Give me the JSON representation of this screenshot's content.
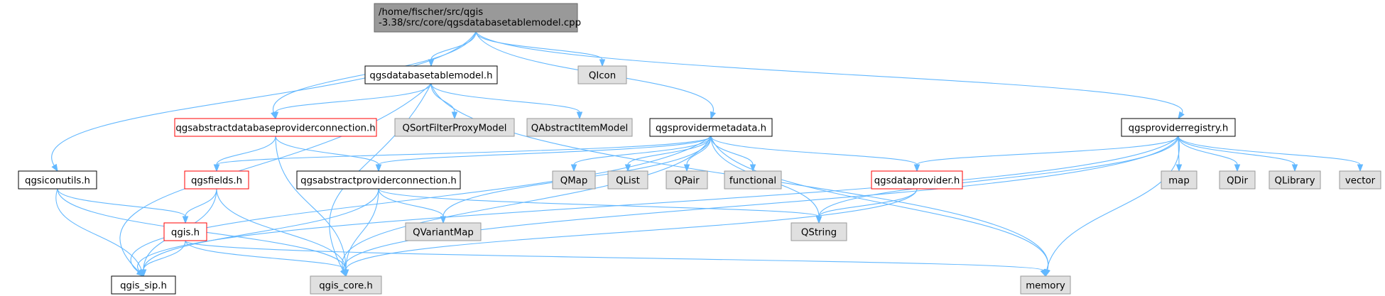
{
  "graph": {
    "title": "",
    "colors": {
      "edge": "#63b8ff",
      "root_fill": "#999999",
      "root_stroke": "#666666",
      "documented_stroke": "#000000",
      "undocumented_stroke": "#ff0000",
      "external_fill": "#e0e0e0",
      "external_stroke": "#999999"
    },
    "nodes": [
      {
        "id": "root",
        "label_lines": [
          "/home/fischer/src/qgis",
          "-3.38/src/core/qgsdatabasetablemodel.cpp"
        ],
        "kind": "root"
      },
      {
        "id": "qgsdatabasetablemodel_h",
        "label_lines": [
          "qgsdatabasetablemodel.h"
        ],
        "kind": "documented"
      },
      {
        "id": "qicon",
        "label_lines": [
          "QIcon"
        ],
        "kind": "external"
      },
      {
        "id": "qgsabstractdatabaseproviderconnection_h",
        "label_lines": [
          "qgsabstractdatabaseproviderconnection.h"
        ],
        "kind": "undocumented"
      },
      {
        "id": "qsortfilterproxymodel",
        "label_lines": [
          "QSortFilterProxyModel"
        ],
        "kind": "external"
      },
      {
        "id": "qabstractitemmodel",
        "label_lines": [
          "QAbstractItemModel"
        ],
        "kind": "external"
      },
      {
        "id": "qgsprovidermetadata_h",
        "label_lines": [
          "qgsprovidermetadata.h"
        ],
        "kind": "documented"
      },
      {
        "id": "qgsproviderregistry_h",
        "label_lines": [
          "qgsproviderregistry.h"
        ],
        "kind": "documented"
      },
      {
        "id": "qgsiconutils_h",
        "label_lines": [
          "qgsiconutils.h"
        ],
        "kind": "documented"
      },
      {
        "id": "qgsfields_h",
        "label_lines": [
          "qgsfields.h"
        ],
        "kind": "undocumented"
      },
      {
        "id": "qgsabstractproviderconnection_h",
        "label_lines": [
          "qgsabstractproviderconnection.h"
        ],
        "kind": "documented"
      },
      {
        "id": "qmap",
        "label_lines": [
          "QMap"
        ],
        "kind": "external"
      },
      {
        "id": "qlist",
        "label_lines": [
          "QList"
        ],
        "kind": "external"
      },
      {
        "id": "qpair",
        "label_lines": [
          "QPair"
        ],
        "kind": "external"
      },
      {
        "id": "functional",
        "label_lines": [
          "functional"
        ],
        "kind": "external"
      },
      {
        "id": "qgsdataprovider_h",
        "label_lines": [
          "qgsdataprovider.h"
        ],
        "kind": "undocumented"
      },
      {
        "id": "map",
        "label_lines": [
          "map"
        ],
        "kind": "external"
      },
      {
        "id": "qdir",
        "label_lines": [
          "QDir"
        ],
        "kind": "external"
      },
      {
        "id": "qlibrary",
        "label_lines": [
          "QLibrary"
        ],
        "kind": "external"
      },
      {
        "id": "vector",
        "label_lines": [
          "vector"
        ],
        "kind": "external"
      },
      {
        "id": "qgis_h",
        "label_lines": [
          "qgis.h"
        ],
        "kind": "undocumented"
      },
      {
        "id": "qvariantmap",
        "label_lines": [
          "QVariantMap"
        ],
        "kind": "external"
      },
      {
        "id": "qstring",
        "label_lines": [
          "QString"
        ],
        "kind": "external"
      },
      {
        "id": "qgis_sip_h",
        "label_lines": [
          "qgis_sip.h"
        ],
        "kind": "documented"
      },
      {
        "id": "qgis_core_h",
        "label_lines": [
          "qgis_core.h"
        ],
        "kind": "external"
      },
      {
        "id": "memory",
        "label_lines": [
          "memory"
        ],
        "kind": "external"
      }
    ],
    "edges": [
      [
        "root",
        "qgsdatabasetablemodel_h"
      ],
      [
        "root",
        "qicon"
      ],
      [
        "root",
        "qgsabstractdatabaseproviderconnection_h"
      ],
      [
        "root",
        "qgsprovidermetadata_h"
      ],
      [
        "root",
        "qgsproviderregistry_h"
      ],
      [
        "root",
        "qgsiconutils_h"
      ],
      [
        "qgsdatabasetablemodel_h",
        "qgsabstractdatabaseproviderconnection_h"
      ],
      [
        "qgsdatabasetablemodel_h",
        "qsortfilterproxymodel"
      ],
      [
        "qgsdatabasetablemodel_h",
        "qabstractitemmodel"
      ],
      [
        "qgsdatabasetablemodel_h",
        "qgis_core_h"
      ],
      [
        "qgsdatabasetablemodel_h",
        "qgis_sip_h"
      ],
      [
        "qgsdatabasetablemodel_h",
        "memory"
      ],
      [
        "qgsabstractdatabaseproviderconnection_h",
        "qgsfields_h"
      ],
      [
        "qgsabstractdatabaseproviderconnection_h",
        "qgsabstractproviderconnection_h"
      ],
      [
        "qgsabstractdatabaseproviderconnection_h",
        "qgis_core_h"
      ],
      [
        "qgsprovidermetadata_h",
        "qgsfields_h"
      ],
      [
        "qgsprovidermetadata_h",
        "qgsabstractproviderconnection_h"
      ],
      [
        "qgsprovidermetadata_h",
        "qmap"
      ],
      [
        "qgsprovidermetadata_h",
        "qlist"
      ],
      [
        "qgsprovidermetadata_h",
        "qpair"
      ],
      [
        "qgsprovidermetadata_h",
        "functional"
      ],
      [
        "qgsprovidermetadata_h",
        "qgsdataprovider_h"
      ],
      [
        "qgsprovidermetadata_h",
        "qvariantmap"
      ],
      [
        "qgsprovidermetadata_h",
        "qstring"
      ],
      [
        "qgsprovidermetadata_h",
        "qgis_sip_h"
      ],
      [
        "qgsprovidermetadata_h",
        "qgis_core_h"
      ],
      [
        "qgsprovidermetadata_h",
        "memory"
      ],
      [
        "qgsproviderregistry_h",
        "qgsdataprovider_h"
      ],
      [
        "qgsproviderregistry_h",
        "map"
      ],
      [
        "qgsproviderregistry_h",
        "qdir"
      ],
      [
        "qgsproviderregistry_h",
        "qlibrary"
      ],
      [
        "qgsproviderregistry_h",
        "vector"
      ],
      [
        "qgsproviderregistry_h",
        "qstring"
      ],
      [
        "qgsproviderregistry_h",
        "qgis_sip_h"
      ],
      [
        "qgsproviderregistry_h",
        "qgis_core_h"
      ],
      [
        "qgsproviderregistry_h",
        "memory"
      ],
      [
        "qgsiconutils_h",
        "qgis_h"
      ],
      [
        "qgsiconutils_h",
        "qgis_sip_h"
      ],
      [
        "qgsiconutils_h",
        "qgis_core_h"
      ],
      [
        "qgsfields_h",
        "qgis_h"
      ],
      [
        "qgsfields_h",
        "qgis_sip_h"
      ],
      [
        "qgsfields_h",
        "qgis_core_h"
      ],
      [
        "qgsabstractproviderconnection_h",
        "qvariantmap"
      ],
      [
        "qgsabstractproviderconnection_h",
        "qstring"
      ],
      [
        "qgsabstractproviderconnection_h",
        "qgis_sip_h"
      ],
      [
        "qgsabstractproviderconnection_h",
        "qgis_core_h"
      ],
      [
        "qgsdataprovider_h",
        "qstring"
      ],
      [
        "qgsdataprovider_h",
        "qgis_core_h"
      ],
      [
        "qgis_h",
        "qgis_sip_h"
      ],
      [
        "qgis_h",
        "qgis_core_h"
      ],
      [
        "qgis_h",
        "memory"
      ]
    ]
  }
}
